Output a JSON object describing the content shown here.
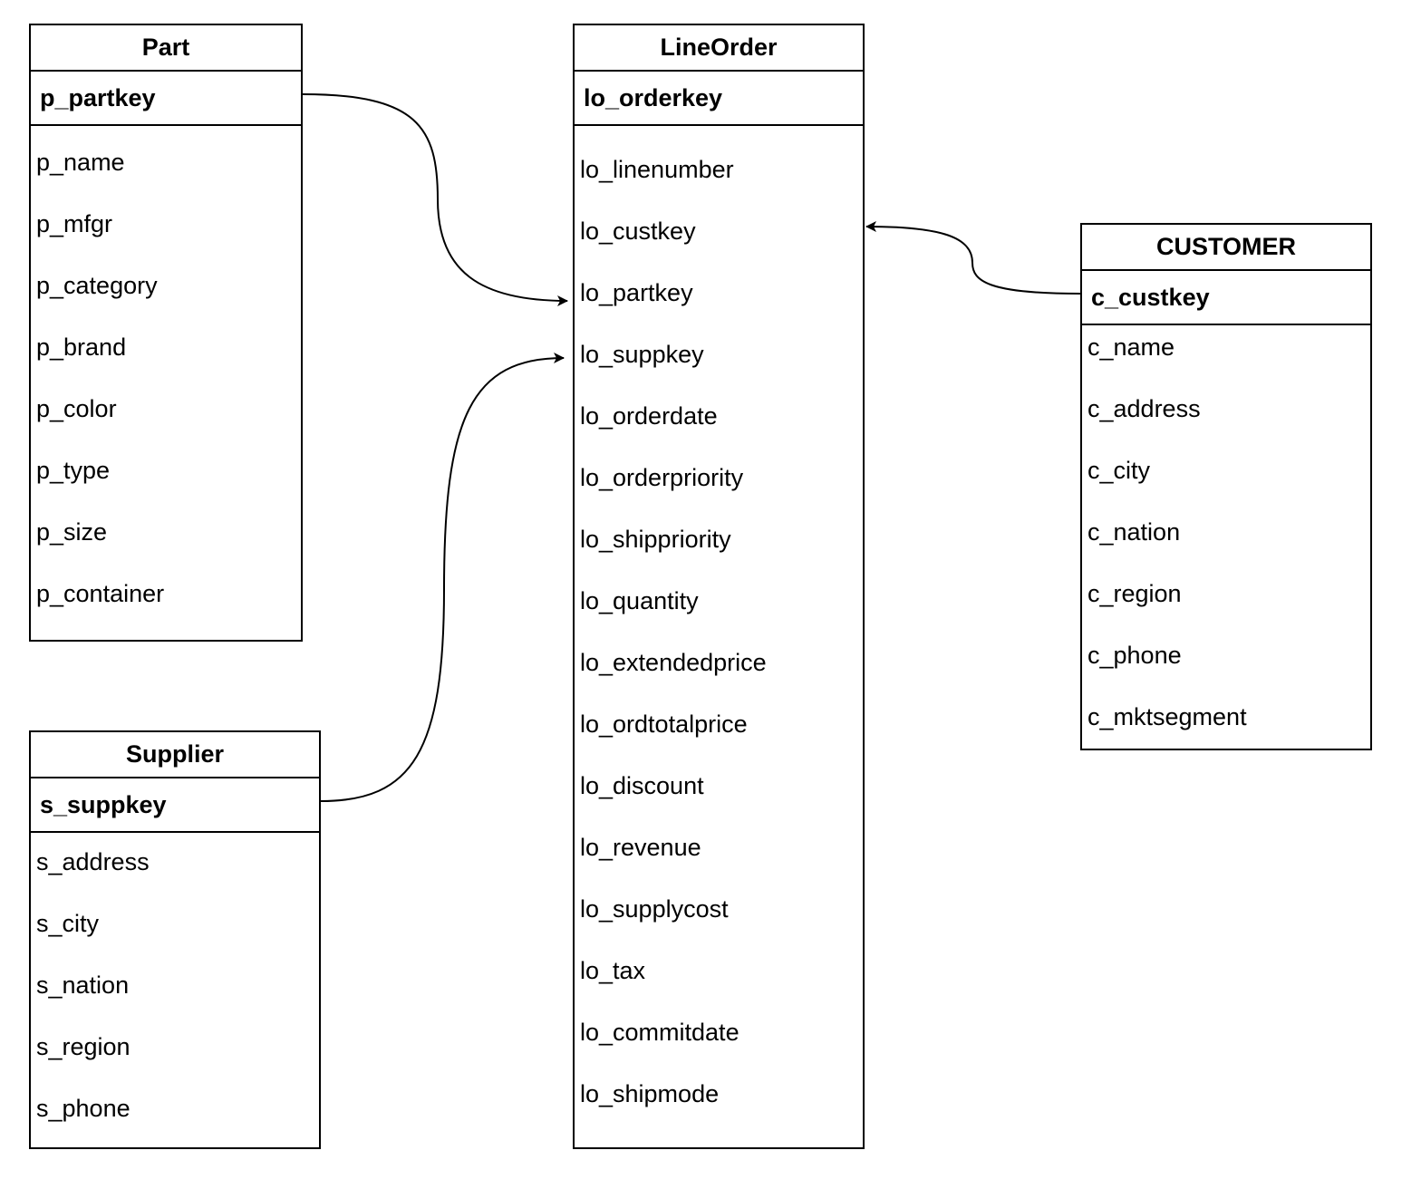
{
  "entities": {
    "part": {
      "title": "Part",
      "key": "p_partkey",
      "attributes": [
        "p_name",
        "p_mfgr",
        "p_category",
        "p_brand",
        "p_color",
        "p_type",
        "p_size",
        "p_container"
      ]
    },
    "supplier": {
      "title": "Supplier",
      "key": "s_suppkey",
      "attributes": [
        "s_address",
        "s_city",
        "s_nation",
        "s_region",
        "s_phone"
      ]
    },
    "lineorder": {
      "title": "LineOrder",
      "key": "lo_orderkey",
      "attributes": [
        "lo_linenumber",
        "lo_custkey",
        "lo_partkey",
        "lo_suppkey",
        "lo_orderdate",
        "lo_orderpriority",
        "lo_shippriority",
        "lo_quantity",
        "lo_extendedprice",
        "lo_ordtotalprice",
        "lo_discount",
        "lo_revenue",
        "lo_supplycost",
        "lo_tax",
        "lo_commitdate",
        "lo_shipmode"
      ]
    },
    "customer": {
      "title": "CUSTOMER",
      "key": "c_custkey",
      "attributes": [
        "c_name",
        "c_address",
        "c_city",
        "c_nation",
        "c_region",
        "c_phone",
        "c_mktsegment"
      ]
    }
  },
  "relationships": [
    {
      "from": "Part.p_partkey",
      "to": "LineOrder.lo_partkey"
    },
    {
      "from": "Supplier.s_suppkey",
      "to": "LineOrder.lo_suppkey"
    },
    {
      "from": "CUSTOMER.c_custkey",
      "to": "LineOrder.lo_custkey"
    }
  ]
}
